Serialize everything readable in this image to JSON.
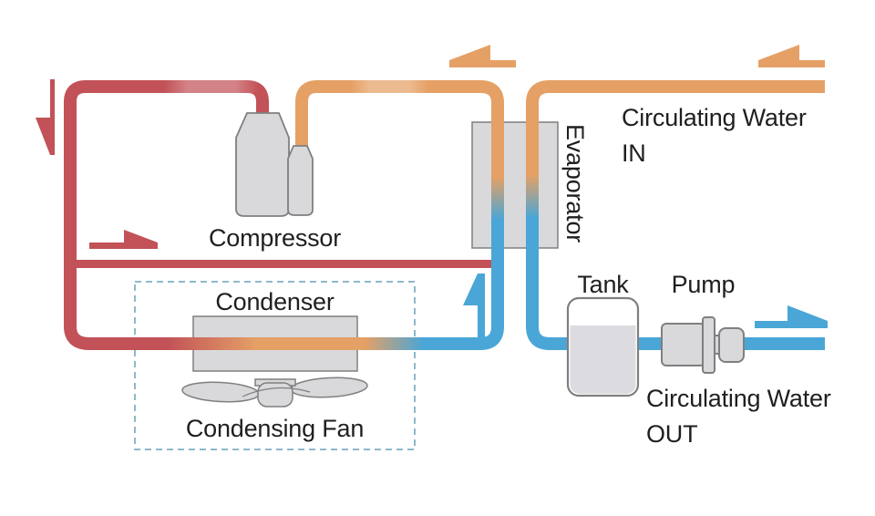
{
  "labels": {
    "compressor": "Compressor",
    "evaporator": "Evaporator",
    "condenser": "Condenser",
    "condensing_fan": "Condensing Fan",
    "tank": "Tank",
    "pump": "Pump",
    "circulating_water_in": {
      "line1": "Circulating Water",
      "line2": "IN"
    },
    "circulating_water_out": {
      "line1": "Circulating Water",
      "line2": "OUT"
    }
  },
  "colors": {
    "hot_refrigerant": "#c25258",
    "warm_water": "#e5a066",
    "cold_water": "#4aa6d6",
    "component_fill": "#d9d9dc",
    "component_stroke": "#7f7f7f",
    "fan_unit_border": "#8fb8cc",
    "tank_water": "#dcdce0",
    "label_text": "#1f1f1f",
    "background": "#ffffff"
  },
  "flow_arrows": [
    {
      "icon": "down-arrow-icon",
      "pipe": "hot refrigerant discharge (left riser)"
    },
    {
      "icon": "right-arrow-icon",
      "pipe": "hot refrigerant branch line"
    },
    {
      "icon": "left-arrow-icon",
      "pipe": "refrigerant suction to compressor"
    },
    {
      "icon": "up-arrow-icon",
      "pipe": "cold refrigerant into evaporator"
    },
    {
      "icon": "left-arrow-icon",
      "pipe": "circulating water in"
    },
    {
      "icon": "right-arrow-icon",
      "pipe": "circulating water out"
    }
  ]
}
